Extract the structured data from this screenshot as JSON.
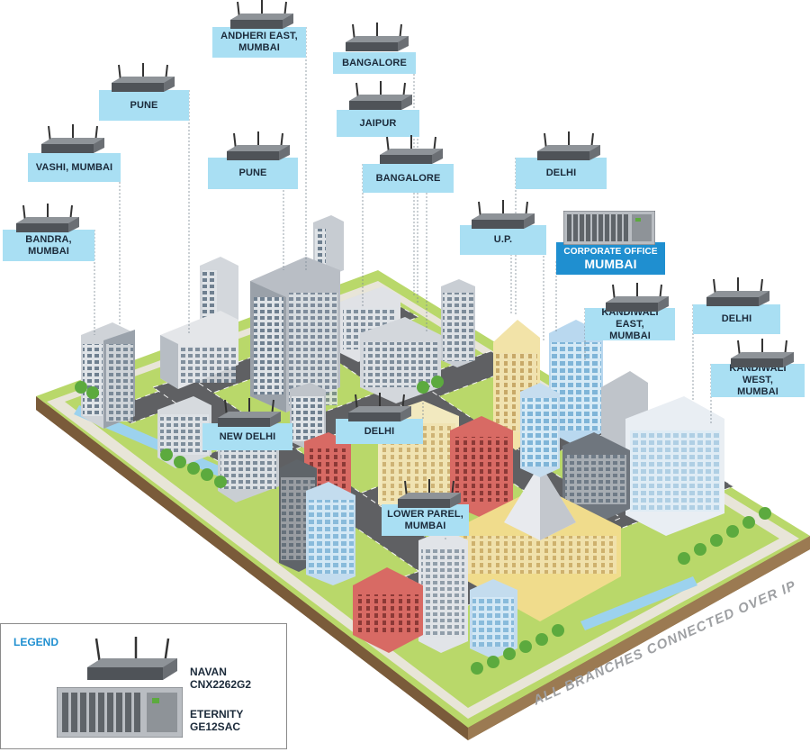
{
  "branches": [
    {
      "id": "andheri-east",
      "label": "ANDHERI EAST,\nMUMBAI"
    },
    {
      "id": "bangalore-top",
      "label": "BANGALORE"
    },
    {
      "id": "pune-top",
      "label": "PUNE"
    },
    {
      "id": "jaipur",
      "label": "JAIPUR"
    },
    {
      "id": "vashi",
      "label": "VASHI, MUMBAI"
    },
    {
      "id": "pune-mid",
      "label": "PUNE"
    },
    {
      "id": "bangalore-mid",
      "label": "BANGALORE"
    },
    {
      "id": "delhi-top",
      "label": "DELHI"
    },
    {
      "id": "bandra",
      "label": "BANDRA, MUMBAI"
    },
    {
      "id": "up",
      "label": "U.P."
    },
    {
      "id": "kandiwali-east",
      "label": "KANDIWALI EAST,\nMUMBAI"
    },
    {
      "id": "delhi-right",
      "label": "DELHI"
    },
    {
      "id": "kandiwali-west",
      "label": "KANDIWALI WEST,\nMUMBAI"
    },
    {
      "id": "new-delhi",
      "label": "NEW DELHI"
    },
    {
      "id": "delhi-center",
      "label": "DELHI"
    },
    {
      "id": "lower-parel",
      "label": "LOWER PAREL,\nMUMBAI"
    }
  ],
  "corporate_office": {
    "line1": "CORPORATE OFFICE",
    "line2": "MUMBAI"
  },
  "legend": {
    "title": "LEGEND",
    "items": [
      {
        "label": "NAVAN CNX2262G2",
        "icon": "wireless-router-icon"
      },
      {
        "label": "ETERNITY GE12SAC",
        "icon": "rack-chassis-icon"
      }
    ]
  },
  "caption": "ALL BRANCHES CONNECTED OVER IP",
  "colors": {
    "tag_fill": "#a9dff3",
    "corporate_tag_fill": "#1f8fd0",
    "legend_title": "#1f8fd0",
    "grass": "#b9d86a",
    "road": "#5f6063",
    "ground_edge": "#8b6a45",
    "caption": "#9ea0a3"
  }
}
